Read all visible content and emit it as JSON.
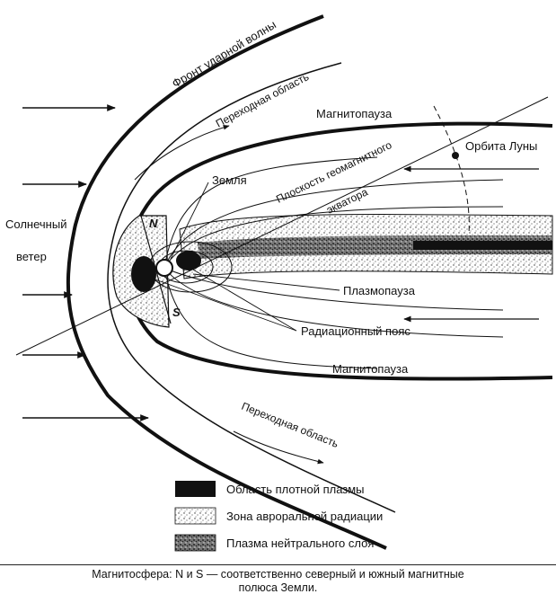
{
  "labels": {
    "bow_shock": "Фронт ударной волны",
    "transition_top": "Переходная область",
    "transition_bottom": "Переходная область",
    "magnetopause_top": "Магнитопауза",
    "magnetopause_bottom": "Магнитопауза",
    "moon_orbit": "Орбита Луны",
    "geomag_plane_line1": "Плоскость геомагнитного",
    "geomag_plane_line2": "экватора",
    "earth": "Земля",
    "solar_wind_line1": "Солнечный",
    "solar_wind_line2": "ветер",
    "plasmapause": "Плазмопауза",
    "radiation_belt": "Радиационный пояс",
    "north": "N",
    "south": "S"
  },
  "legend": [
    {
      "label": "Область плотной плазмы",
      "swatch": "dense"
    },
    {
      "label": "Зона авроральной радиации",
      "swatch": "aurora"
    },
    {
      "label": "Плазма нейтрального слоя",
      "swatch": "neutral"
    }
  ],
  "caption": {
    "line1": "Магнитосфера: N и S — соответственно северный и южный магнитные",
    "line2": "полюса Земли."
  },
  "colors": {
    "ink": "#111111",
    "paper": "#ffffff"
  }
}
